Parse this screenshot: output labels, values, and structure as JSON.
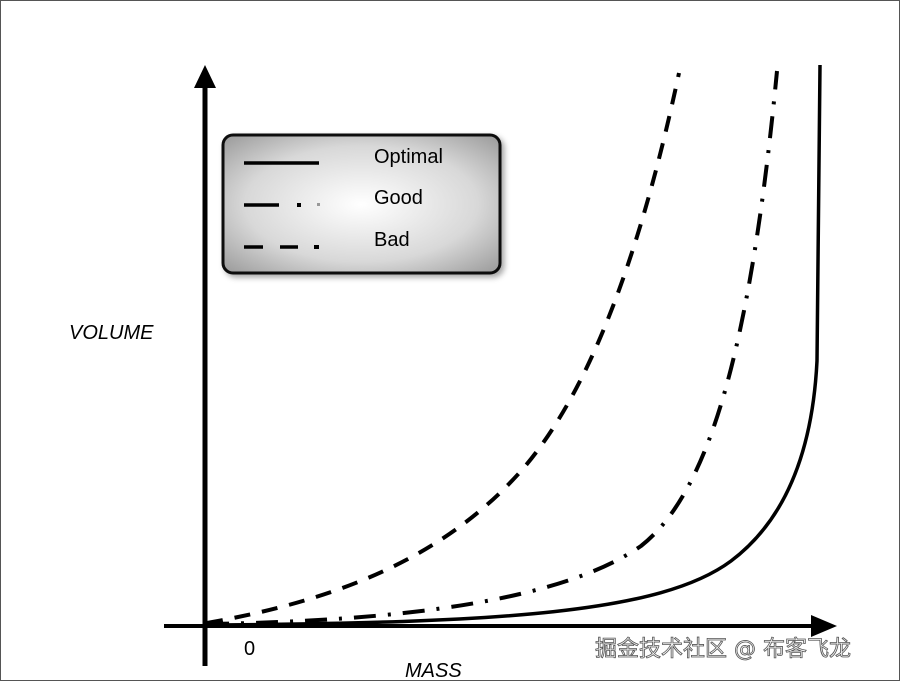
{
  "chart": {
    "y_axis_label": "VOLUME",
    "x_axis_label": "MASS",
    "origin_tick": "0",
    "legend": [
      {
        "label": "Optimal",
        "style": "solid"
      },
      {
        "label": "Good",
        "style": "dash-dot"
      },
      {
        "label": "Bad",
        "style": "dashed"
      }
    ]
  },
  "watermark": "掘金技术社区 @ 布客飞龙",
  "chart_data": {
    "type": "line",
    "title": "",
    "xlabel": "MASS",
    "ylabel": "VOLUME",
    "x_tick_labels": [
      "0"
    ],
    "grid": false,
    "legend_position": "upper-left (inside plot)",
    "series": [
      {
        "name": "Optimal",
        "line_style": "solid",
        "description": "stays near zero, then rises nearly vertically at the far right",
        "x": [
          0,
          0.2,
          0.4,
          0.6,
          0.7,
          0.8,
          0.85,
          0.9,
          0.95,
          0.98,
          0.99
        ],
        "y": [
          0,
          0.003,
          0.01,
          0.025,
          0.04,
          0.08,
          0.12,
          0.2,
          0.4,
          0.75,
          1.0
        ]
      },
      {
        "name": "Good",
        "line_style": "dash-dot",
        "description": "moderate exponential growth, rising steeply before Optimal",
        "x": [
          0,
          0.2,
          0.4,
          0.5,
          0.6,
          0.7,
          0.75,
          0.8,
          0.85,
          0.9
        ],
        "y": [
          0,
          0.005,
          0.03,
          0.06,
          0.11,
          0.22,
          0.35,
          0.55,
          0.8,
          1.0
        ]
      },
      {
        "name": "Bad",
        "line_style": "dashed",
        "description": "earliest rise, convex growth",
        "x": [
          0,
          0.1,
          0.2,
          0.3,
          0.4,
          0.5,
          0.6,
          0.7,
          0.75
        ],
        "y": [
          0,
          0.03,
          0.08,
          0.15,
          0.27,
          0.43,
          0.63,
          0.88,
          1.0
        ]
      }
    ]
  }
}
